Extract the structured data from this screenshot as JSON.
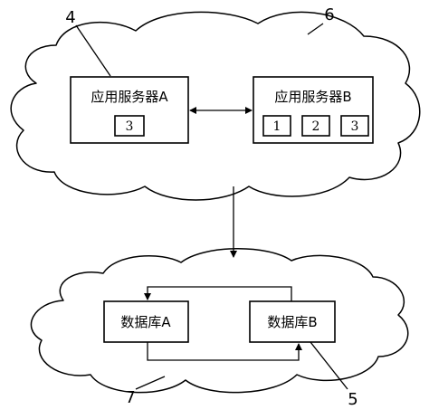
{
  "server_a": {
    "label": "应用服务器A",
    "modules": [
      "3"
    ]
  },
  "server_b": {
    "label": "应用服务器B",
    "modules": [
      "1",
      "2",
      "3"
    ]
  },
  "database_a": {
    "label": "数据库A"
  },
  "database_b": {
    "label": "数据库B"
  },
  "reference_numerals": {
    "server_a": "4",
    "app_cloud": "6",
    "db_cloud": "7",
    "database_b": "5"
  }
}
